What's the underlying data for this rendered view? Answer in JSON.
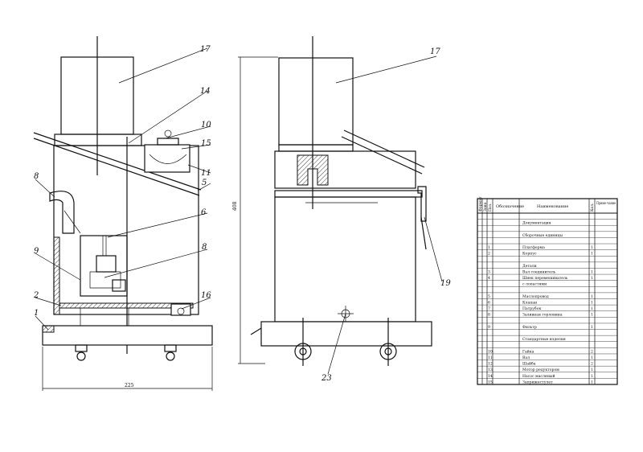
{
  "front_view": {
    "callouts": [
      "17",
      "14",
      "10",
      "15",
      "11",
      "5",
      "8",
      "6",
      "9",
      "8",
      "2",
      "16",
      "1"
    ],
    "width_dim": "225"
  },
  "side_view": {
    "callouts": [
      "17",
      "19",
      "23"
    ],
    "height_dim": "408"
  },
  "spec_table": {
    "headers": {
      "format": "Формат",
      "zone": "Зона",
      "pos": "Поз.",
      "designation": "Обозначение",
      "name": "Наименование",
      "qty": "Кол.",
      "note": "Приме-чание"
    },
    "rows": [
      {
        "pos": "",
        "name": "",
        "qty": ""
      },
      {
        "pos": "",
        "name": "Документация",
        "qty": ""
      },
      {
        "pos": "",
        "name": "",
        "qty": ""
      },
      {
        "pos": "",
        "name": "Сборочные единицы",
        "qty": ""
      },
      {
        "pos": "",
        "name": "",
        "qty": ""
      },
      {
        "pos": "1",
        "name": "Платформа",
        "qty": "1"
      },
      {
        "pos": "2",
        "name": "Корпус",
        "qty": "1"
      },
      {
        "pos": "",
        "name": "",
        "qty": ""
      },
      {
        "pos": "",
        "name": "Детали",
        "qty": ""
      },
      {
        "pos": "3",
        "name": "Вал соединитель",
        "qty": "1"
      },
      {
        "pos": "4",
        "name": "Шнек перемешиватель",
        "qty": "1"
      },
      {
        "pos": "",
        "name": "с лопастями",
        "qty": ""
      },
      {
        "pos": "",
        "name": "",
        "qty": ""
      },
      {
        "pos": "5",
        "name": "Маслопровод",
        "qty": "1"
      },
      {
        "pos": "6",
        "name": "Клапан",
        "qty": "1"
      },
      {
        "pos": "7",
        "name": "Патрубок",
        "qty": "1"
      },
      {
        "pos": "8",
        "name": "Заливная горловина",
        "qty": "1"
      },
      {
        "pos": "",
        "name": "",
        "qty": ""
      },
      {
        "pos": "9",
        "name": "Фильтр",
        "qty": "1"
      },
      {
        "pos": "",
        "name": "",
        "qty": ""
      },
      {
        "pos": "",
        "name": "Стандартные изделия",
        "qty": ""
      },
      {
        "pos": "",
        "name": "",
        "qty": ""
      },
      {
        "pos": "10",
        "name": "Гайка",
        "qty": "2"
      },
      {
        "pos": "11",
        "name": "Вал",
        "qty": "1"
      },
      {
        "pos": "12",
        "name": "Шайба",
        "qty": "2"
      },
      {
        "pos": "13",
        "name": "Мотор редуктором",
        "qty": "1"
      },
      {
        "pos": "14",
        "name": "Насос масляный",
        "qty": "1"
      },
      {
        "pos": "15",
        "name": "Заприжестулет",
        "qty": "1"
      }
    ]
  }
}
